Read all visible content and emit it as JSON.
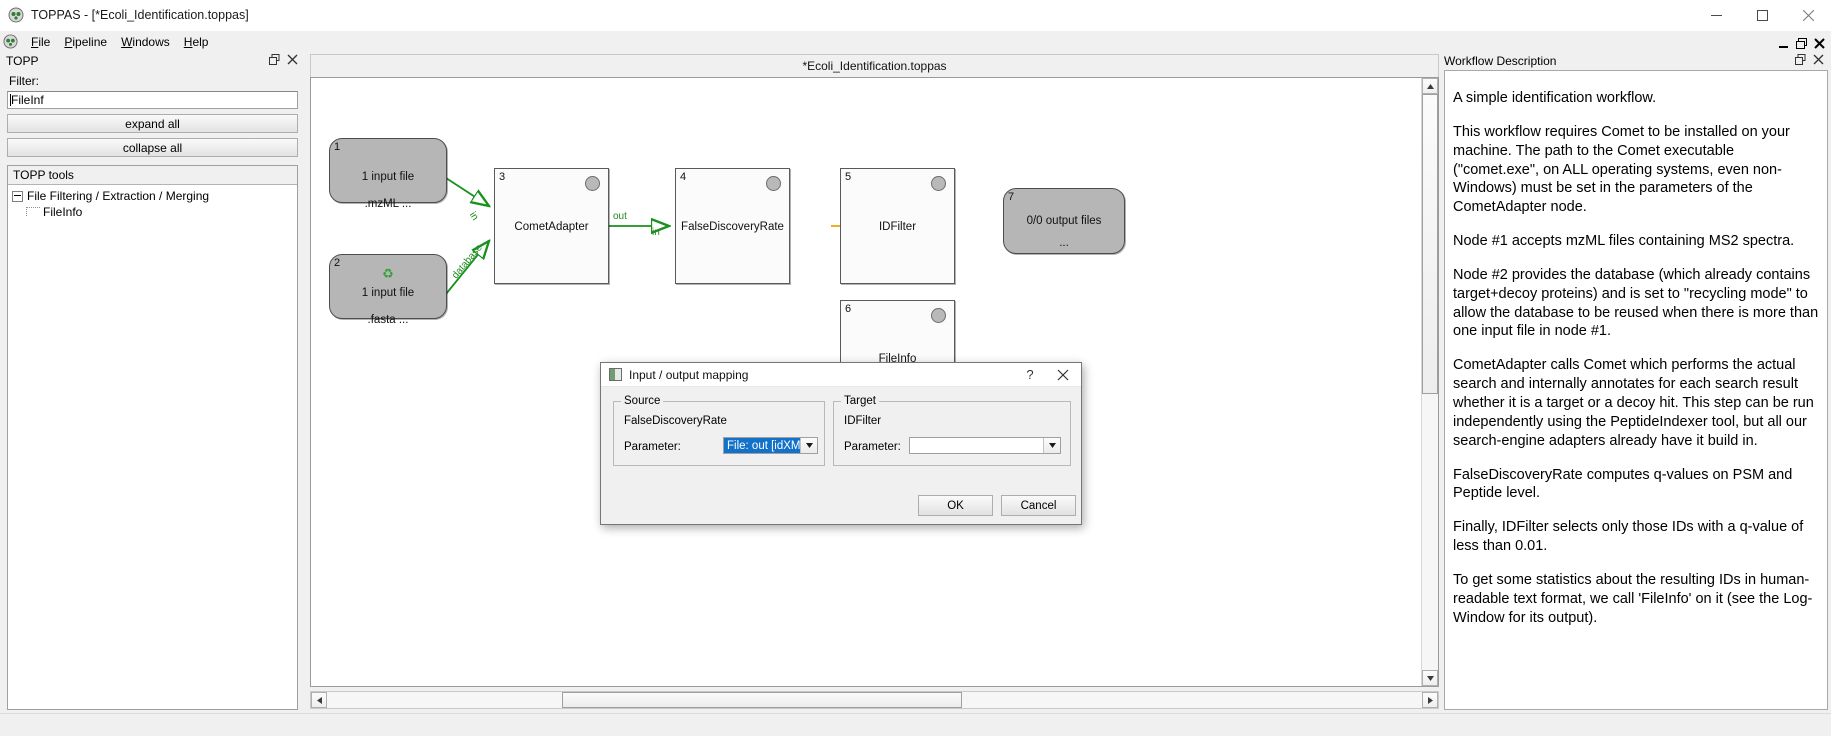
{
  "window": {
    "title": "TOPPAS - [*Ecoli_Identification.toppas]",
    "app_icon": "toppas-icon",
    "minimize": "–",
    "maximize": "□",
    "close": "✕"
  },
  "menubar": {
    "icon": "toppas-icon",
    "items": [
      {
        "label": "File",
        "mnemonic": "F"
      },
      {
        "label": "Pipeline",
        "mnemonic": "P"
      },
      {
        "label": "Windows",
        "mnemonic": "W"
      },
      {
        "label": "Help",
        "mnemonic": "H"
      }
    ],
    "mdi_buttons": [
      "minimize",
      "restore",
      "close"
    ]
  },
  "left_dock": {
    "title": "TOPP",
    "float_icon": "float-icon",
    "close_icon": "close-icon",
    "filter_label": "Filter:",
    "filter_value": "FileInf",
    "filter_placeholder": "",
    "expand_all": "expand all",
    "collapse_all": "collapse all",
    "tree_header": "TOPP tools",
    "tree": [
      {
        "label": "File Filtering / Extraction / Merging",
        "level": 0,
        "expanded": true
      },
      {
        "label": "FileInfo",
        "level": 1,
        "expanded": false
      }
    ]
  },
  "canvas": {
    "tab_title": "*Ecoli_Identification.toppas",
    "nodes": [
      {
        "id": "1",
        "type": "io",
        "line1": "1 input file",
        "line2": ".mzML ...",
        "recycle": false
      },
      {
        "id": "2",
        "type": "io",
        "line1": "1 input file",
        "line2": ".fasta ...",
        "recycle": true
      },
      {
        "id": "3",
        "type": "tool",
        "label": "CometAdapter"
      },
      {
        "id": "4",
        "type": "tool",
        "label": "FalseDiscoveryRate"
      },
      {
        "id": "5",
        "type": "tool",
        "label": "IDFilter"
      },
      {
        "id": "6",
        "type": "tool",
        "label": "FileInfo"
      },
      {
        "id": "7",
        "type": "io",
        "line1": "0/0 output files",
        "line2": "...",
        "recycle": false
      }
    ],
    "edges": [
      {
        "from": "1",
        "to": "3",
        "label_out": "",
        "label_in": "in",
        "color": "#18911d"
      },
      {
        "from": "2",
        "to": "3",
        "label_out": "",
        "label_in": "database",
        "color": "#18911d"
      },
      {
        "from": "3",
        "to": "4",
        "label_out": "out",
        "label_in": "in",
        "color": "#18911d"
      },
      {
        "from": "4",
        "to": "5",
        "label_out": "",
        "label_in": "",
        "color": "#f2a007"
      }
    ],
    "scroll": {
      "horizontal": "center",
      "vertical": "top"
    }
  },
  "right_dock": {
    "title": "Workflow Description",
    "float_icon": "float-icon",
    "close_icon": "close-icon",
    "paragraphs": [
      "A simple identification workflow.",
      "This workflow requires Comet to be installed on your machine. The path to the Comet executable (\"comet.exe\", on ALL operating systems, even non-Windows) must be set in the parameters of the CometAdapter node.",
      "Node #1 accepts mzML files containing MS2 spectra.",
      "Node #2 provides the database (which already contains target+decoy proteins) and is set to \"recycling mode\" to allow the database to be reused when there is more than one input file in node #1.",
      "CometAdapter calls Comet which performs the actual search and internally annotates for each search result whether it is a target or a decoy hit. This step can be run independently using the PeptideIndexer tool, but all our search-engine adapters already have it build in.",
      "FalseDiscoveryRate computes q-values on PSM and Peptide level.",
      "Finally, IDFilter selects only those IDs with a q-value of less than 0.01.",
      "To get some statistics about the resulting IDs in human-readable text format, we call 'FileInfo' on it (see the Log-Window for its output)."
    ]
  },
  "dialog": {
    "title": "Input / output mapping",
    "icon": "mapping-icon",
    "help_label": "?",
    "close_label": "✕",
    "source": {
      "group_label": "Source",
      "node_name": "FalseDiscoveryRate",
      "param_label": "Parameter:",
      "param_value": "File: out [idXML]",
      "param_selected": true
    },
    "target": {
      "group_label": "Target",
      "node_name": "IDFilter",
      "param_label": "Parameter:",
      "param_value": "",
      "param_selected": false
    },
    "ok_label": "OK",
    "cancel_label": "Cancel"
  },
  "colors": {
    "edge_green": "#18911d",
    "edge_orange": "#f2a007",
    "selection_blue": "#1271c9",
    "io_node_fill": "#b6b6b6",
    "tool_node_fill": "#fbfbfb"
  }
}
